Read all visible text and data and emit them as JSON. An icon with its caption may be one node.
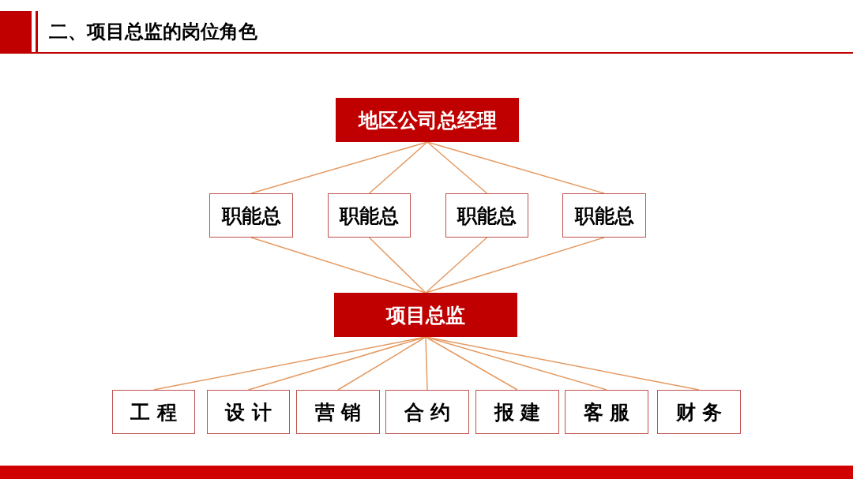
{
  "diagram": {
    "title": "二、项目总监的岗位角色",
    "nodes": [
      {
        "text": [
          "地区公司总经理"
        ]
      },
      {
        "text": [
          "职能总"
        ]
      },
      {
        "text": [
          "职能总"
        ]
      },
      {
        "text": [
          "职能总"
        ]
      },
      {
        "text": [
          "职能总"
        ]
      },
      {
        "text": [
          "项目总监"
        ]
      },
      {
        "text": [
          "工 程"
        ]
      },
      {
        "text": [
          "设 计"
        ]
      },
      {
        "text": [
          "营 销"
        ]
      },
      {
        "text": [
          "合 约"
        ]
      },
      {
        "text": [
          "报 建"
        ]
      },
      {
        "text": [
          "客 服"
        ]
      },
      {
        "text": [
          "财 务"
        ]
      }
    ],
    "edges": [
      {
        "from": 0,
        "to": 1,
        "arrow": "none"
      },
      {
        "from": 0,
        "to": 2,
        "arrow": "none"
      },
      {
        "from": 0,
        "to": 3,
        "arrow": "none"
      },
      {
        "from": 0,
        "to": 4,
        "arrow": "none"
      },
      {
        "from": 1,
        "to": 5,
        "arrow": "none"
      },
      {
        "from": 2,
        "to": 5,
        "arrow": "none"
      },
      {
        "from": 3,
        "to": 5,
        "arrow": "none"
      },
      {
        "from": 4,
        "to": 5,
        "arrow": "none"
      },
      {
        "from": 5,
        "to": 6,
        "arrow": "none"
      },
      {
        "from": 5,
        "to": 7,
        "arrow": "none"
      },
      {
        "from": 5,
        "to": 8,
        "arrow": "none"
      },
      {
        "from": 5,
        "to": 9,
        "arrow": "none"
      },
      {
        "from": 5,
        "to": 10,
        "arrow": "none"
      },
      {
        "from": 5,
        "to": 11,
        "arrow": "none"
      },
      {
        "from": 5,
        "to": 12,
        "arrow": "none"
      }
    ]
  }
}
